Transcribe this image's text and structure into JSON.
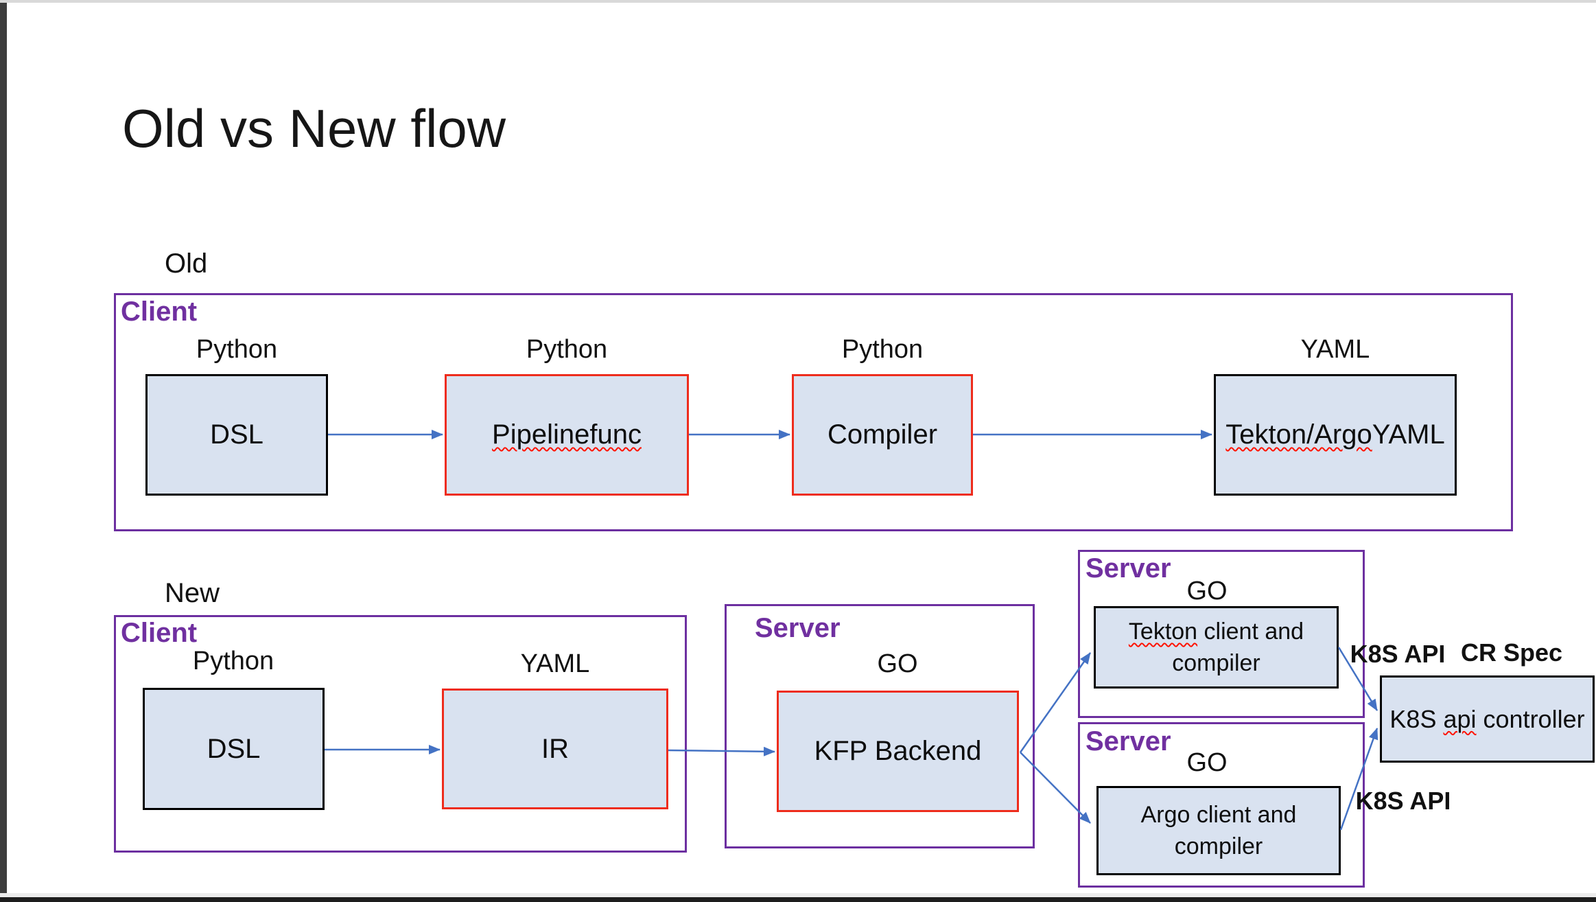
{
  "slide": {
    "title": "Old vs New flow"
  },
  "colors": {
    "group_border_purple": "#7030A0",
    "node_border_red": "#EE2C1C",
    "node_border_black": "#000000",
    "node_fill_blue": "#D9E2F0",
    "arrow_blue": "#4472C4",
    "spellcheck_squiggle": "#FF1200"
  },
  "old_flow": {
    "section_label": "Old",
    "group_label": "Client",
    "nodes": [
      {
        "lang": "Python",
        "label": "DSL"
      },
      {
        "lang": "Python",
        "label": "Pipelinefunc"
      },
      {
        "lang": "Python",
        "label": "Compiler"
      },
      {
        "lang": "YAML",
        "label_wavy": "Tekton/Argo",
        "label_rest": " YAML"
      }
    ]
  },
  "new_flow": {
    "section_label": "New",
    "client": {
      "group_label": "Client",
      "nodes": [
        {
          "lang": "Python",
          "label": "DSL"
        },
        {
          "lang": "YAML",
          "label": "IR"
        }
      ]
    },
    "server_mid": {
      "group_label": "Server",
      "lang": "GO",
      "node": "KFP Backend"
    },
    "server_tekton": {
      "group_label": "Server",
      "lang": "GO",
      "node_wavy": "Tekton",
      "node_rest": " client and",
      "node_line2": "compiler"
    },
    "server_argo": {
      "group_label": "Server",
      "lang": "GO",
      "node_line1": "Argo client and",
      "node_line2": "compiler"
    },
    "k8s_controller": {
      "pre": "K8S ",
      "wavy": "api",
      "post": " controller"
    },
    "labels": {
      "k8s_api_top": "K8S API",
      "cr_spec": "CR Spec",
      "k8s_api_bottom": "K8S API"
    }
  }
}
